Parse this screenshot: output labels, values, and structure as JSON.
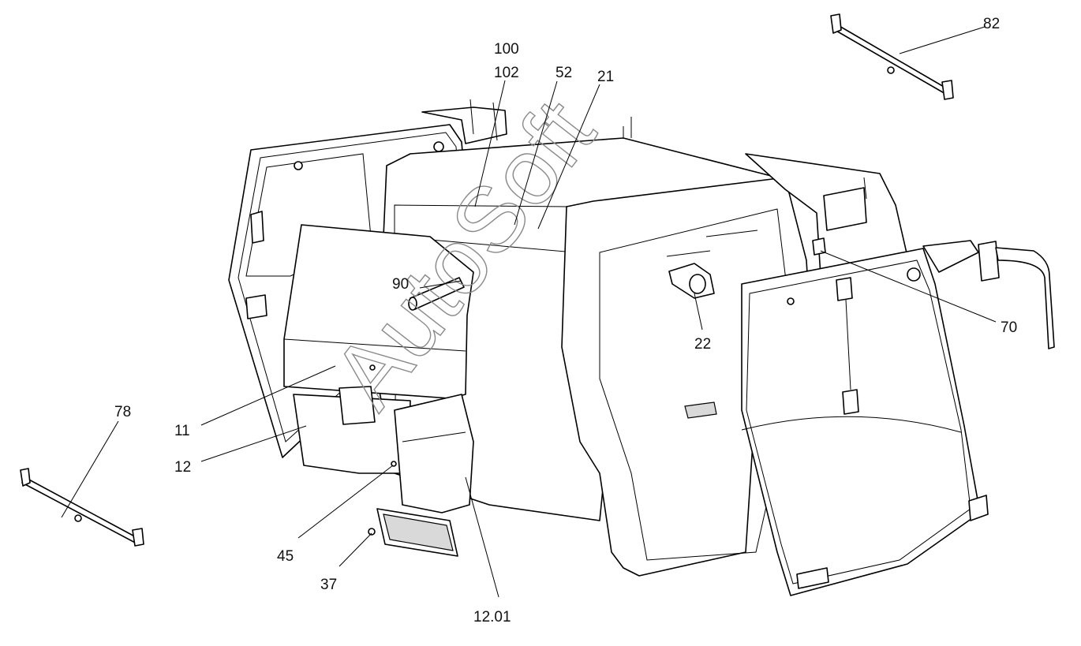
{
  "watermark": "AutoSoft",
  "callouts": [
    {
      "id": "100",
      "label": "100"
    },
    {
      "id": "102",
      "label": "102"
    },
    {
      "id": "52",
      "label": "52"
    },
    {
      "id": "21",
      "label": "21"
    },
    {
      "id": "82",
      "label": "82"
    },
    {
      "id": "90",
      "label": "90"
    },
    {
      "id": "22",
      "label": "22"
    },
    {
      "id": "70",
      "label": "70"
    },
    {
      "id": "78",
      "label": "78"
    },
    {
      "id": "11",
      "label": "11"
    },
    {
      "id": "12",
      "label": "12"
    },
    {
      "id": "45",
      "label": "45"
    },
    {
      "id": "37",
      "label": "37"
    },
    {
      "id": "12.01",
      "label": "12.01"
    }
  ]
}
